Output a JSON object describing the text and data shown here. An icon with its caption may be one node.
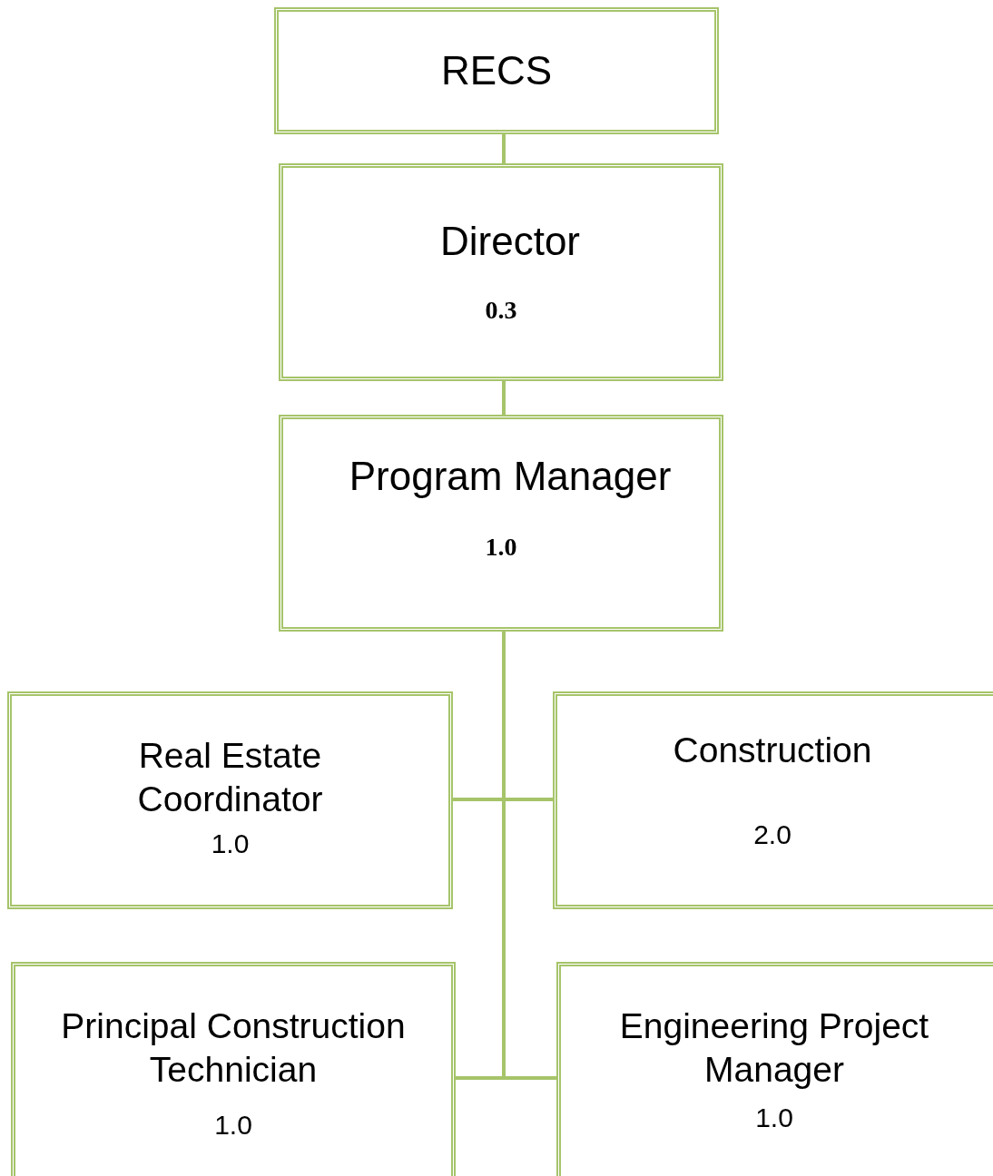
{
  "diagram": {
    "nodes": [
      {
        "text": [
          "RECS"
        ]
      },
      {
        "text": [
          "Director",
          "0.3"
        ]
      },
      {
        "text": [
          "Program Manager",
          "1.0"
        ]
      },
      {
        "text": [
          "Real Estate Coordinator",
          "1.0"
        ]
      },
      {
        "text": [
          "Construction",
          "2.0"
        ]
      },
      {
        "text": [
          "Principal Construction Technician",
          "1.0"
        ]
      },
      {
        "text": [
          "Engineering Project Manager",
          "1.0"
        ]
      }
    ],
    "edges": [
      {
        "from": 0,
        "to": 1,
        "arrow": "none"
      },
      {
        "from": 1,
        "to": 2,
        "arrow": "none"
      },
      {
        "from": 2,
        "to": 3,
        "arrow": "none"
      },
      {
        "from": 2,
        "to": 4,
        "arrow": "none"
      },
      {
        "from": 2,
        "to": 5,
        "arrow": "none"
      },
      {
        "from": 2,
        "to": 6,
        "arrow": "none"
      }
    ]
  }
}
